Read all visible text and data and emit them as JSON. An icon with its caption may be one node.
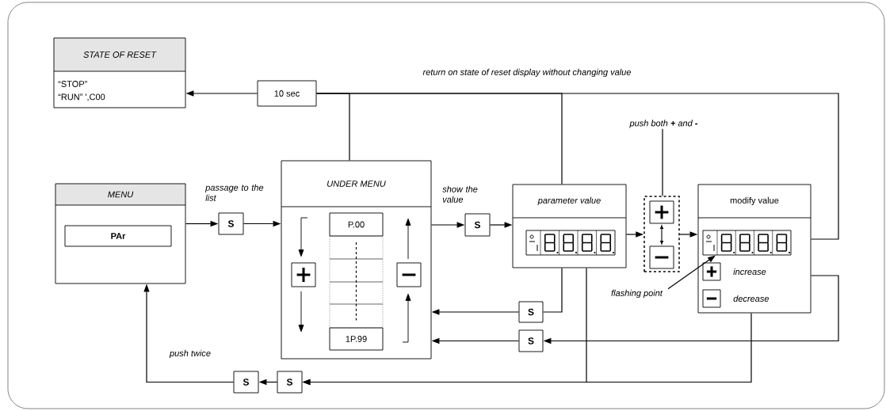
{
  "diagram": {
    "nodes": [
      {
        "text": [
          "STATE OF RESET",
          "“STOP”",
          "“RUN” ',C00"
        ]
      },
      {
        "text": [
          "10 sec"
        ]
      },
      {
        "text": [
          "MENU"
        ]
      },
      {
        "text": [
          "PAr"
        ],
        "in": 2
      },
      {
        "text": [
          "S"
        ],
        "beside": [
          "passage to the list"
        ]
      },
      {
        "text": [
          "UNDER MENU"
        ]
      },
      {
        "text": [
          "P.00"
        ],
        "in": 5
      },
      {
        "text": [
          "1P.99"
        ],
        "in": 5
      },
      {
        "text": [
          "S"
        ],
        "beside": [
          "show the value"
        ]
      },
      {
        "text": [
          "parameter value"
        ]
      },
      {
        "text": [],
        "shape": "picture",
        "in": 9
      },
      {
        "text": [
          "push both **+** and **-**"
        ]
      },
      {
        "text": [],
        "shape": "box"
      },
      {
        "text": [
          "modify value",
          "increase",
          "decrease"
        ]
      },
      {
        "text": [],
        "shape": "picture",
        "in": 13
      },
      {
        "text": [
          "flashing point"
        ]
      },
      {
        "text": [
          "S"
        ]
      },
      {
        "text": [
          "S"
        ]
      },
      {
        "text": [
          "S"
        ]
      },
      {
        "text": [
          "S"
        ]
      }
    ],
    "edges": [
      {
        "from": 2,
        "to": 4,
        "arrow": "to"
      },
      {
        "from": 4,
        "to": 5,
        "arrow": "to"
      },
      {
        "from": 5,
        "to": 8,
        "arrow": "to"
      },
      {
        "from": 8,
        "to": 9,
        "arrow": "to"
      },
      {
        "from": 9,
        "to": 12,
        "arrow": "to"
      },
      {
        "from": 12,
        "to": 13,
        "arrow": "to"
      },
      {
        "from": 11,
        "to": 12,
        "arrow": "none"
      },
      {
        "from": 15,
        "to": 14,
        "arrow": "to"
      },
      {
        "from": 9,
        "to": 16,
        "arrow": "none"
      },
      {
        "from": 16,
        "to": 5,
        "arrow": "to"
      },
      {
        "from": 13,
        "to": 17,
        "arrow": "to"
      },
      {
        "from": 17,
        "to": 5,
        "arrow": "to"
      },
      {
        "from": 9,
        "to": 18,
        "arrow": "to"
      },
      {
        "from": 13,
        "to": 18,
        "arrow": "to"
      },
      {
        "from": 18,
        "to": 19,
        "arrow": "to"
      },
      {
        "from": 19,
        "to": 2,
        "arrow": "to",
        "label": "push twice"
      },
      {
        "from": 5,
        "to": 1,
        "arrow": "none"
      },
      {
        "from": 9,
        "to": 1,
        "arrow": "none"
      },
      {
        "from": 13,
        "to": 1,
        "arrow": "none",
        "label": "return on state of reset display without changing value"
      },
      {
        "from": 1,
        "to": 0,
        "arrow": "to"
      }
    ]
  }
}
